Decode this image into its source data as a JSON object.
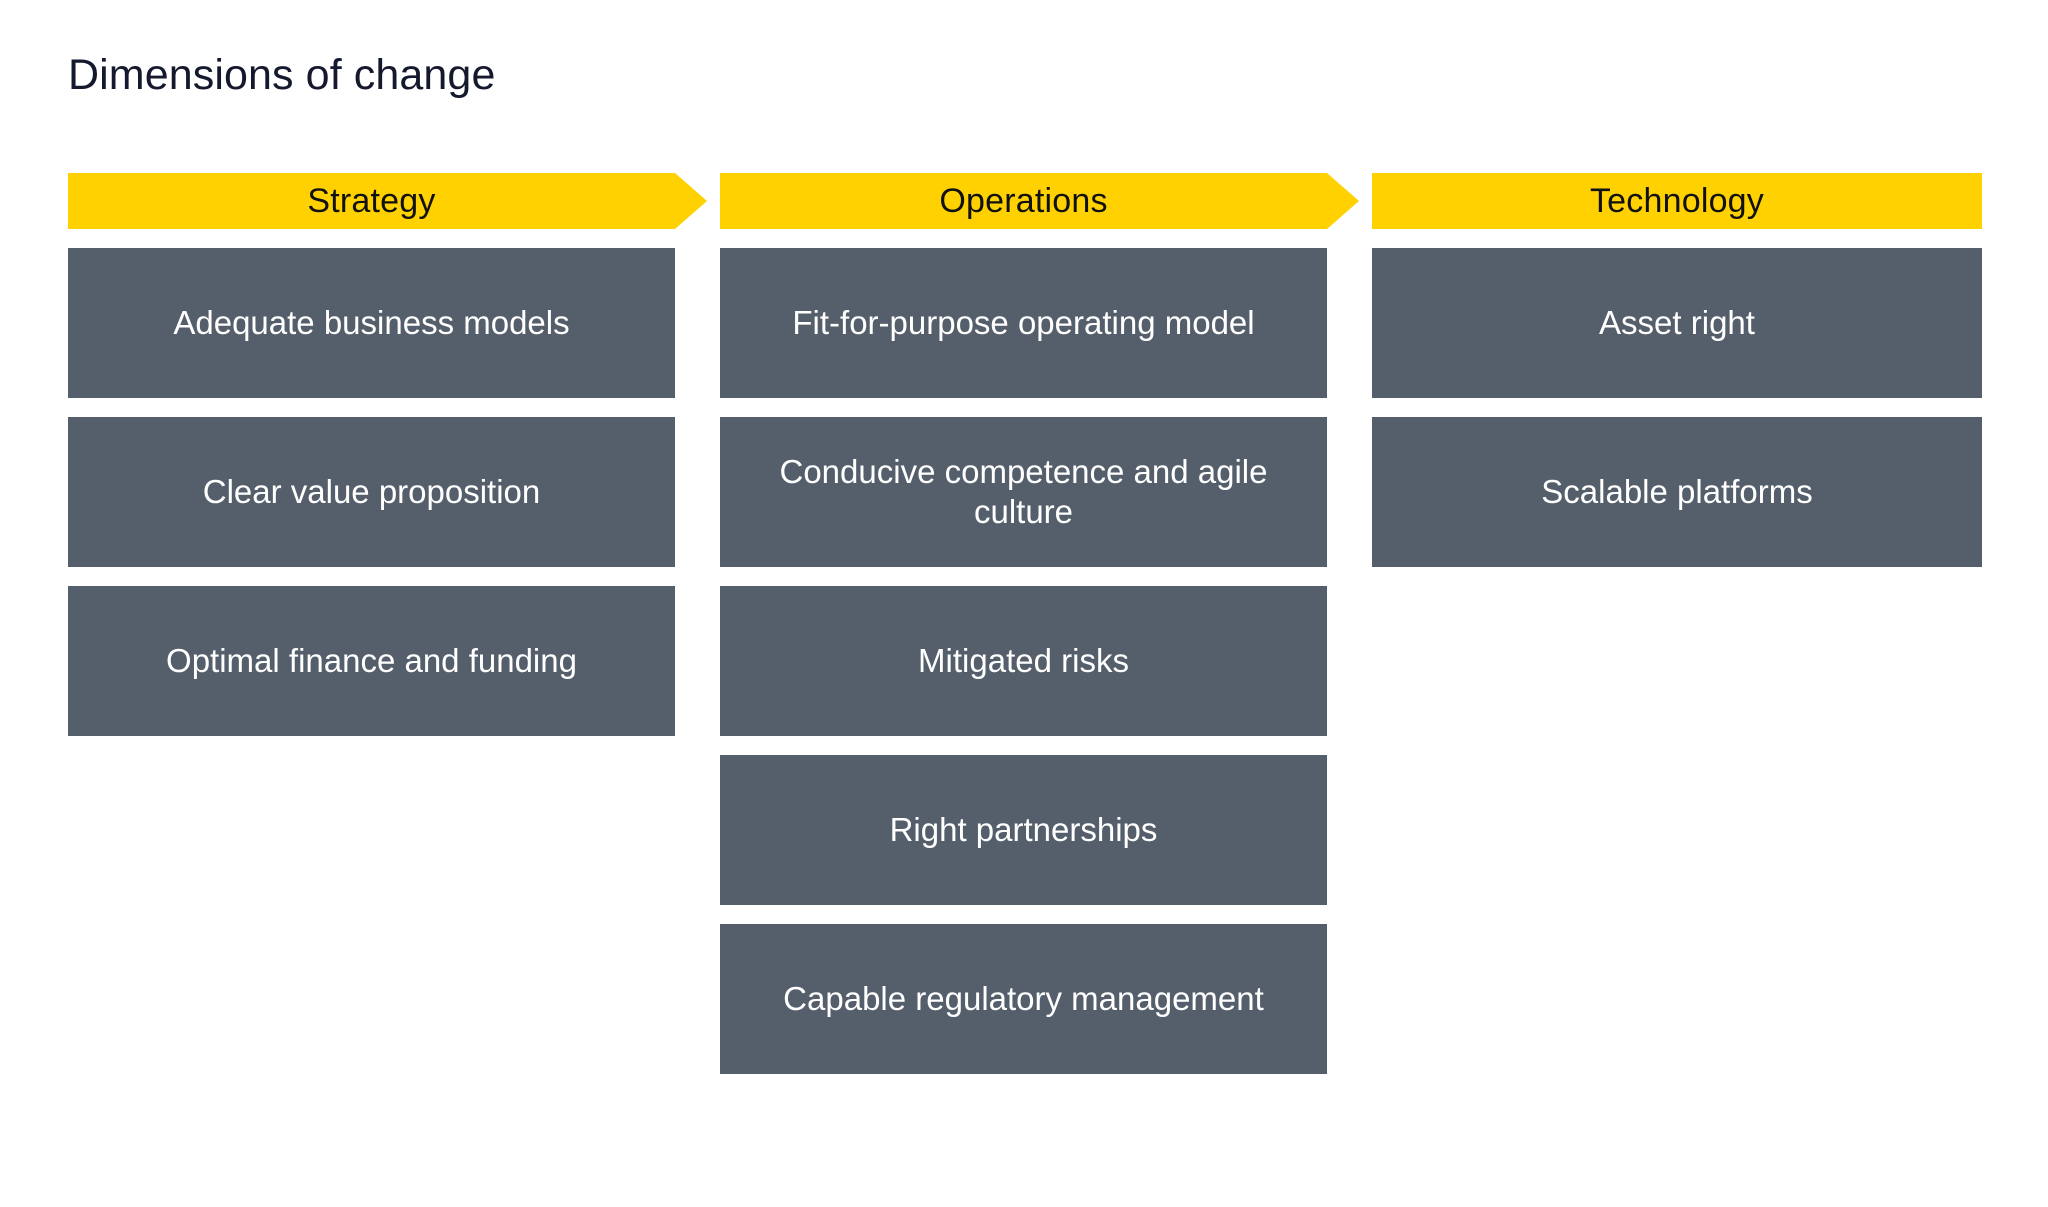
{
  "page": {
    "title": "Dimensions of change",
    "background_color": "#ffffff",
    "accent_color": "#ffd100",
    "box_color": "#555f6b",
    "title_color": "#15192e",
    "box_text_color": "#ffffff"
  },
  "columns": [
    {
      "header": "Strategy",
      "has_arrow": true,
      "items": [
        "Adequate business models",
        "Clear value proposition",
        "Optimal finance\nand funding"
      ]
    },
    {
      "header": "Operations",
      "has_arrow": true,
      "items": [
        "Fit-for-purpose operating model",
        "Conducive competence and agile culture",
        "Mitigated risks",
        "Right partnerships",
        "Capable regulatory management"
      ]
    },
    {
      "header": "Technology",
      "has_arrow": false,
      "items": [
        "Asset right",
        "Scalable platforms"
      ]
    }
  ]
}
